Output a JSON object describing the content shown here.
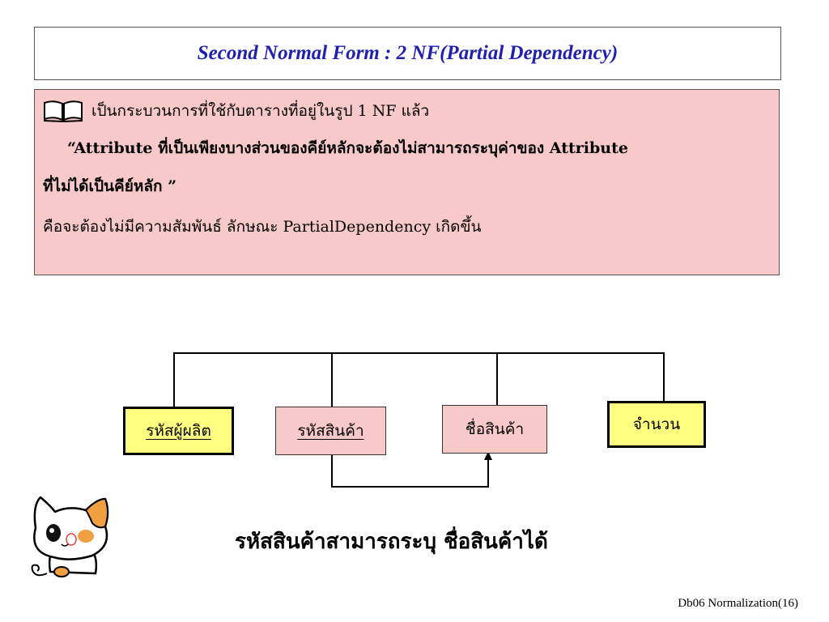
{
  "slide": {
    "title": "Second Normal Form : 2 NF(Partial Dependency)",
    "line1": "เป็นกระบวนการที่ใช้กับตารางที่อยู่ในรูป 1 NF แล้ว",
    "line2": "“Attribute ที่เป็นเพียงบางส่วนของคีย์หลักจะต้องไม่สามารถระบุค่าของ Attribute",
    "line3": "ที่ไม่ได้เป็นคีย์หลัก ”",
    "line4": "คือจะต้องไม่มีความสัมพันธ์ ลักษณะ PartialDependency เกิดขึ้น",
    "statement": "รหัสสินค้าสามารถระบุ ชื่อสินค้าได้",
    "footer": "Db06 Normalization(16)"
  },
  "diagram": {
    "attributes": [
      {
        "label": "รหัสผู้ผลิต",
        "is_key": true
      },
      {
        "label": "รหัสสินค้า",
        "is_key": true
      },
      {
        "label": "ชื่อสินค้า",
        "is_key": false
      },
      {
        "label": "จำนวน",
        "is_key": false
      }
    ]
  },
  "colors": {
    "title": "#2020b0",
    "content_bg": "#f8c9c9",
    "pink_node": "#f8c9c9",
    "yellow_node": "#ffff80"
  },
  "icons": [
    "book-icon",
    "cat-mascot-icon"
  ]
}
